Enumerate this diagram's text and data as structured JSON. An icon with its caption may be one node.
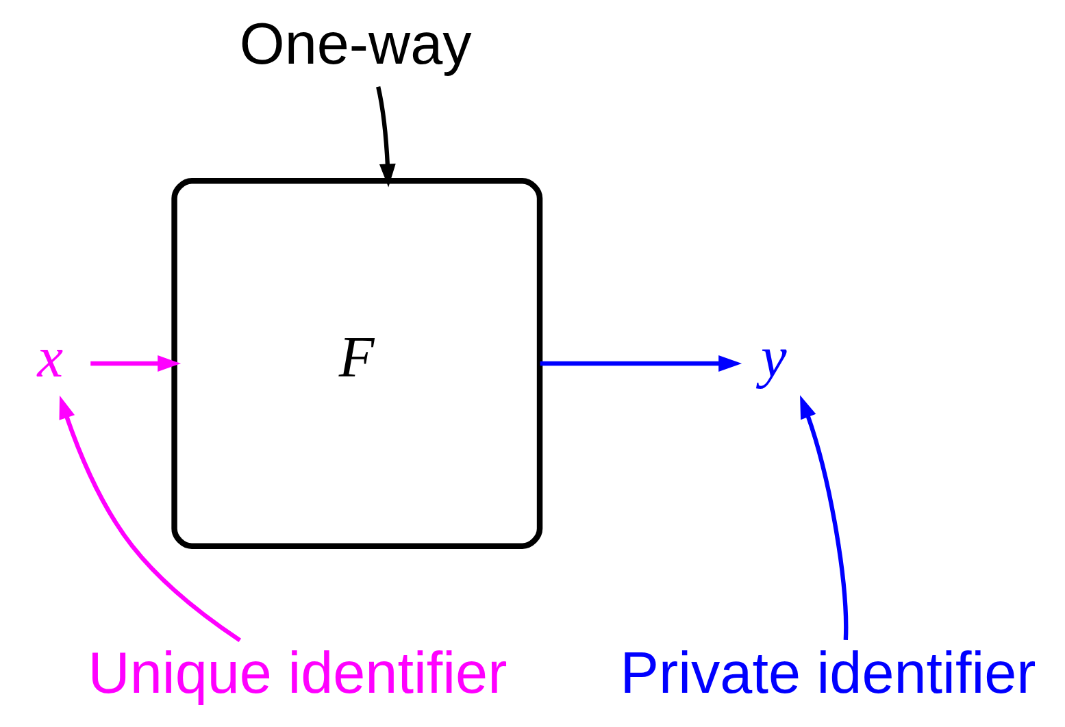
{
  "diagram": {
    "nodes": [
      {
        "text": [
          "One-way"
        ]
      },
      {
        "text": [
          "F"
        ]
      },
      {
        "text": [
          "x"
        ]
      },
      {
        "text": [
          "y"
        ]
      },
      {
        "text": [
          "Unique identifier"
        ]
      },
      {
        "text": [
          "Private identifier"
        ]
      }
    ],
    "edges": [
      {
        "from": 0,
        "to": 1,
        "arrow": "to",
        "color": "#000000"
      },
      {
        "from": 2,
        "to": 1,
        "arrow": "to",
        "color": "#ff00ff"
      },
      {
        "from": 1,
        "to": 3,
        "arrow": "to",
        "color": "#0000ff"
      },
      {
        "from": 4,
        "to": 2,
        "arrow": "to",
        "color": "#ff00ff"
      },
      {
        "from": 5,
        "to": 3,
        "arrow": "to",
        "color": "#0000ff"
      }
    ]
  }
}
